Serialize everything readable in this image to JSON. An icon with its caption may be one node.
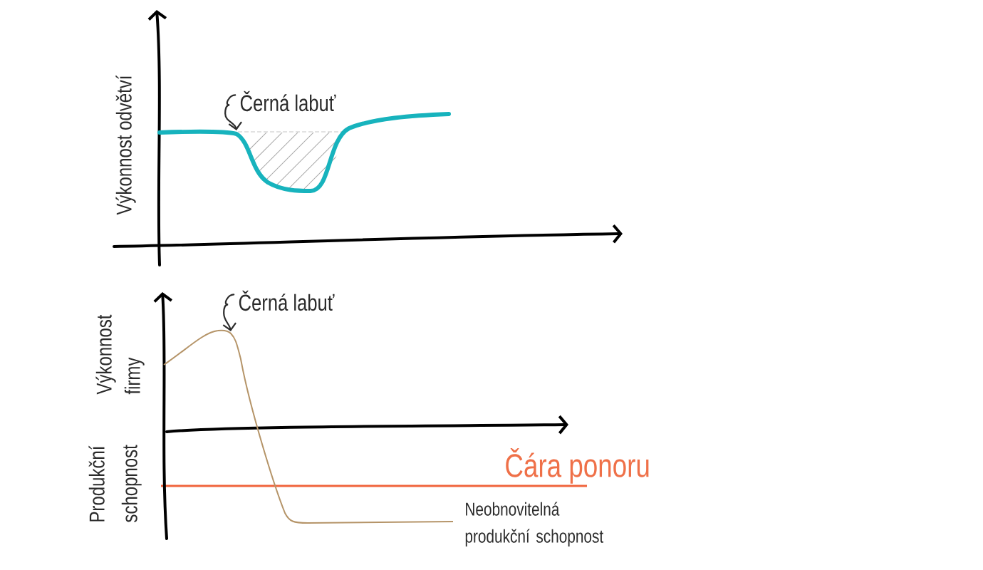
{
  "diagram": {
    "nodes": [
      {
        "text": [
          "Černá labuť"
        ]
      },
      {
        "text": [],
        "shape": "curve"
      },
      {
        "text": [
          "Černá labuť"
        ]
      },
      {
        "text": [],
        "shape": "curve"
      }
    ],
    "edges": [
      {
        "from": 0,
        "to": 1,
        "arrow": "to"
      },
      {
        "from": 2,
        "to": 3,
        "arrow": "to"
      }
    ],
    "labels": [
      "Výkonnost odvětví",
      "Výkonnost firmy",
      "Produkční schopnost",
      "Čára ponoru",
      "Neobnovitelná produkční schopnost"
    ]
  }
}
